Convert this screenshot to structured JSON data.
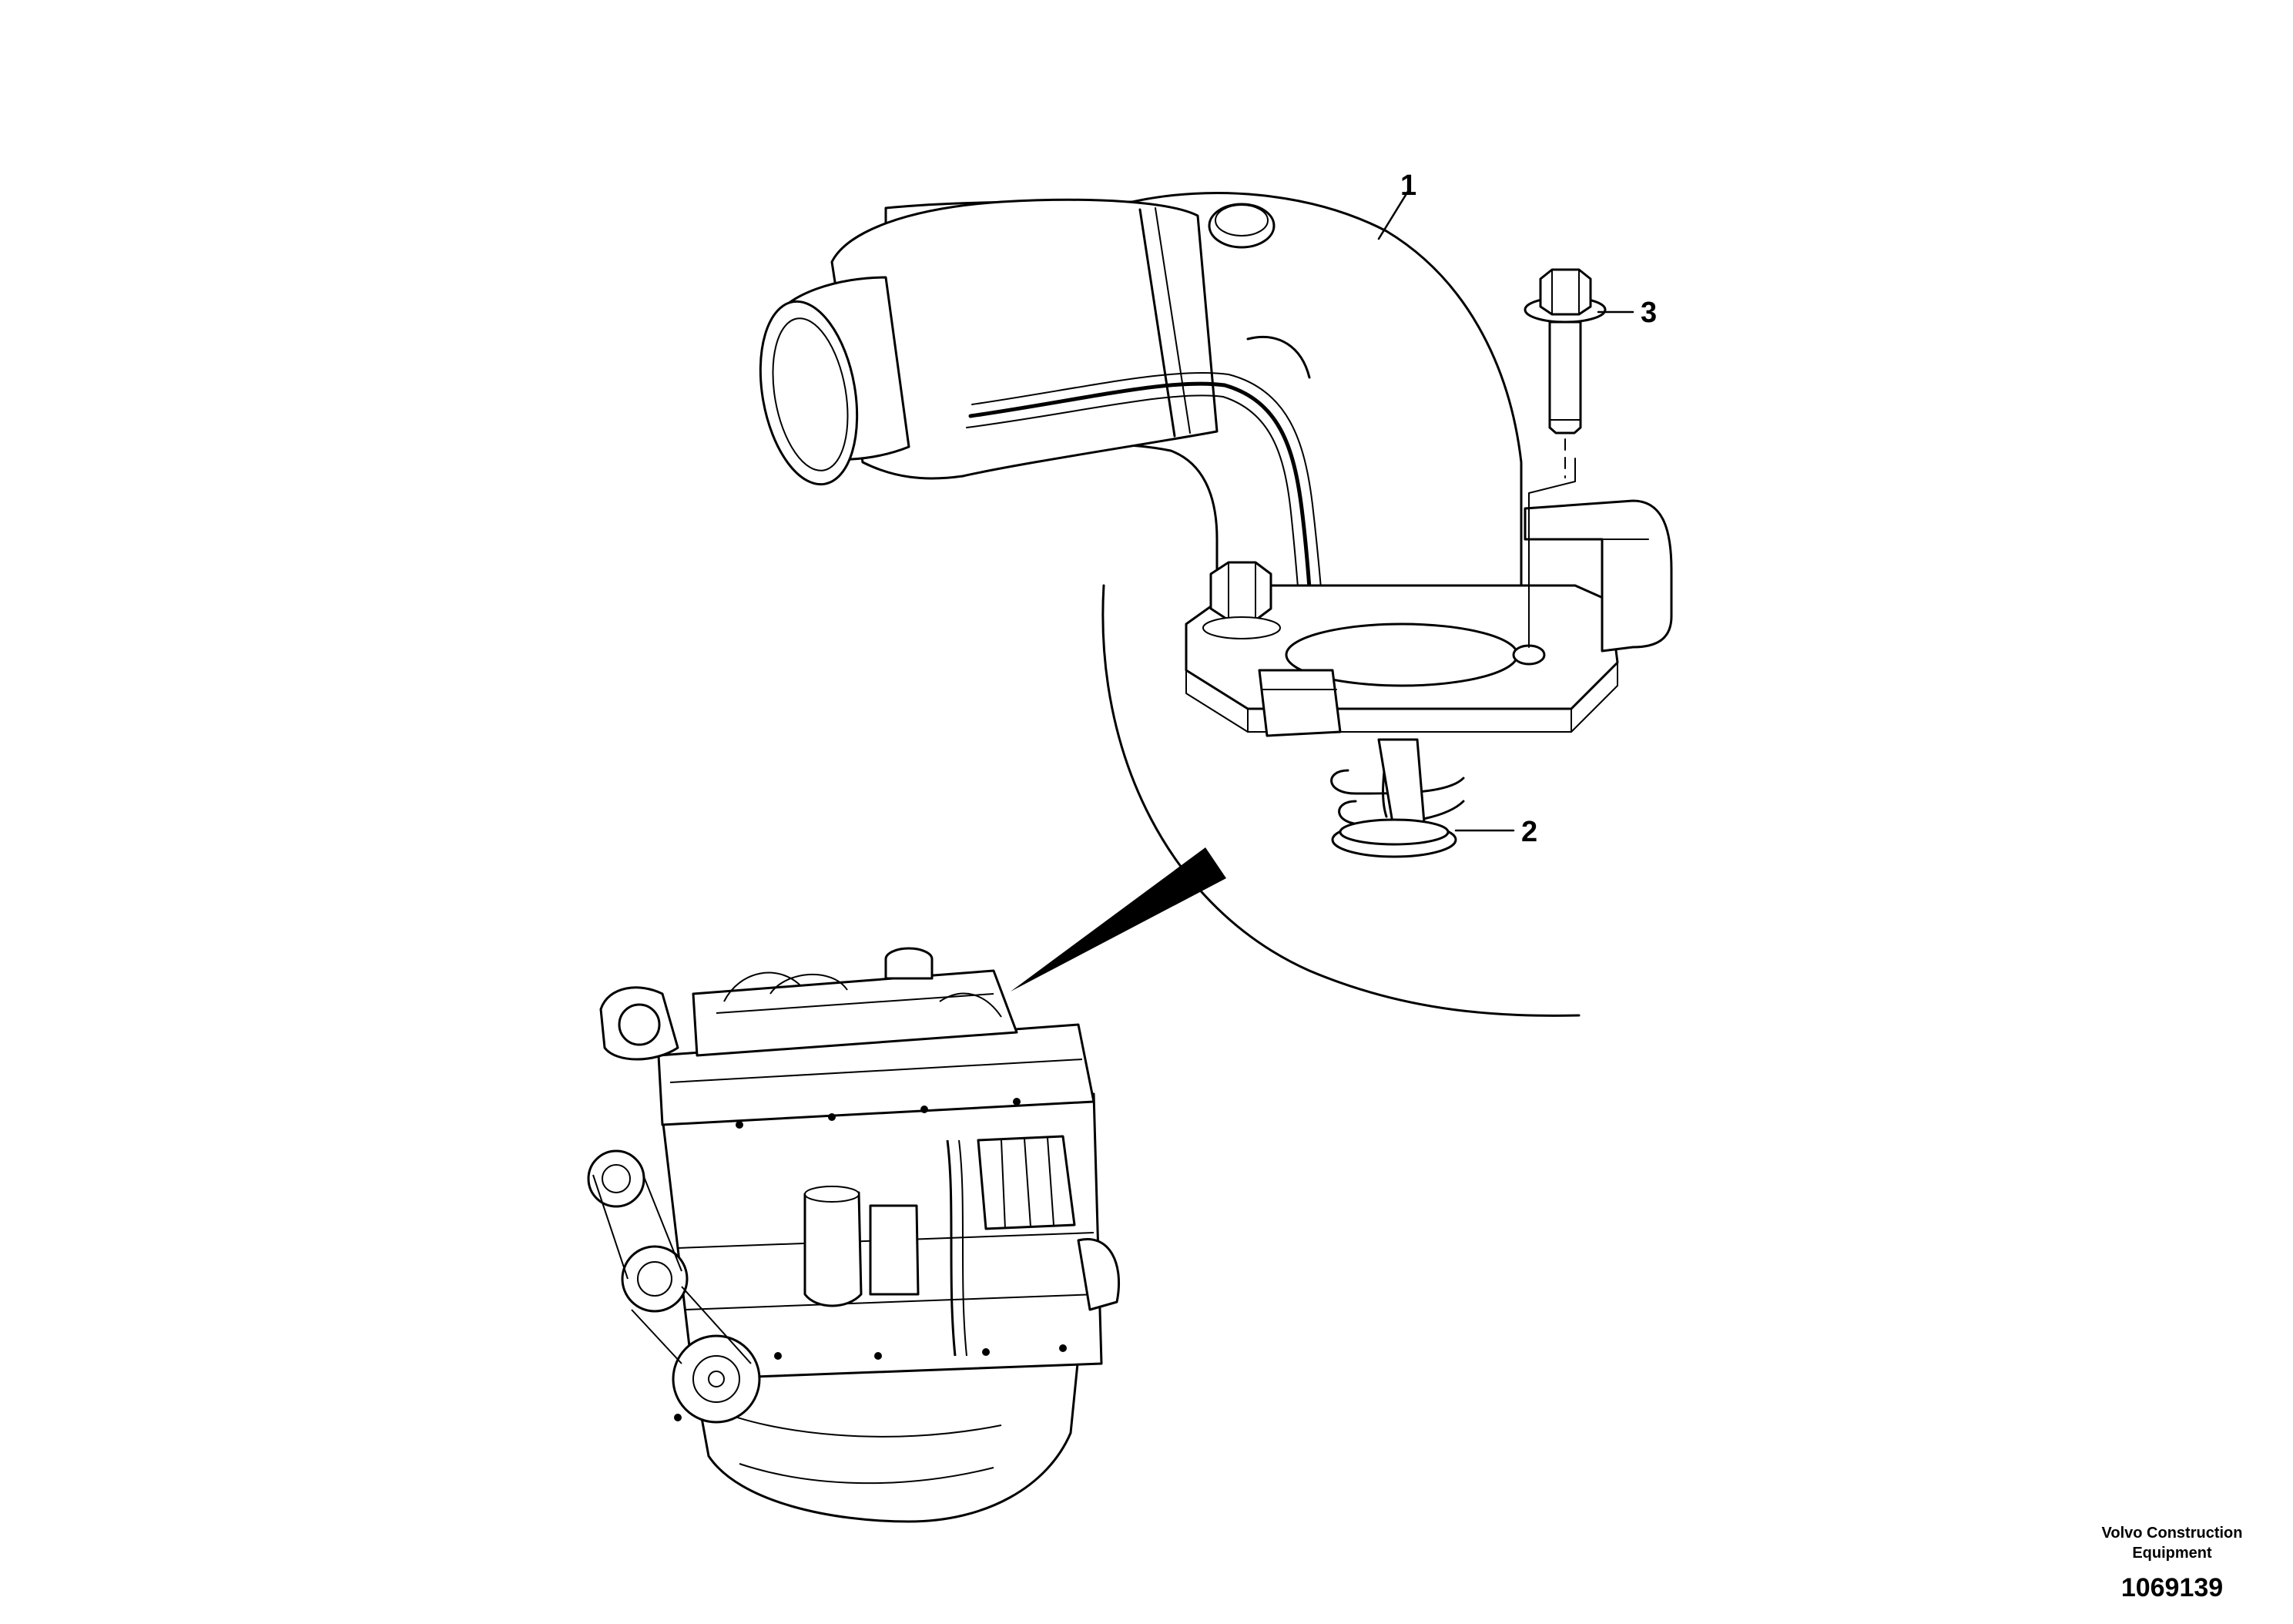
{
  "diagram": {
    "callouts": [
      {
        "id": "1",
        "label": "1"
      },
      {
        "id": "2",
        "label": "2"
      },
      {
        "id": "3",
        "label": "3"
      }
    ],
    "publisher_line1": "Volvo Construction",
    "publisher_line2": "Equipment",
    "figure_number": "1069139"
  }
}
